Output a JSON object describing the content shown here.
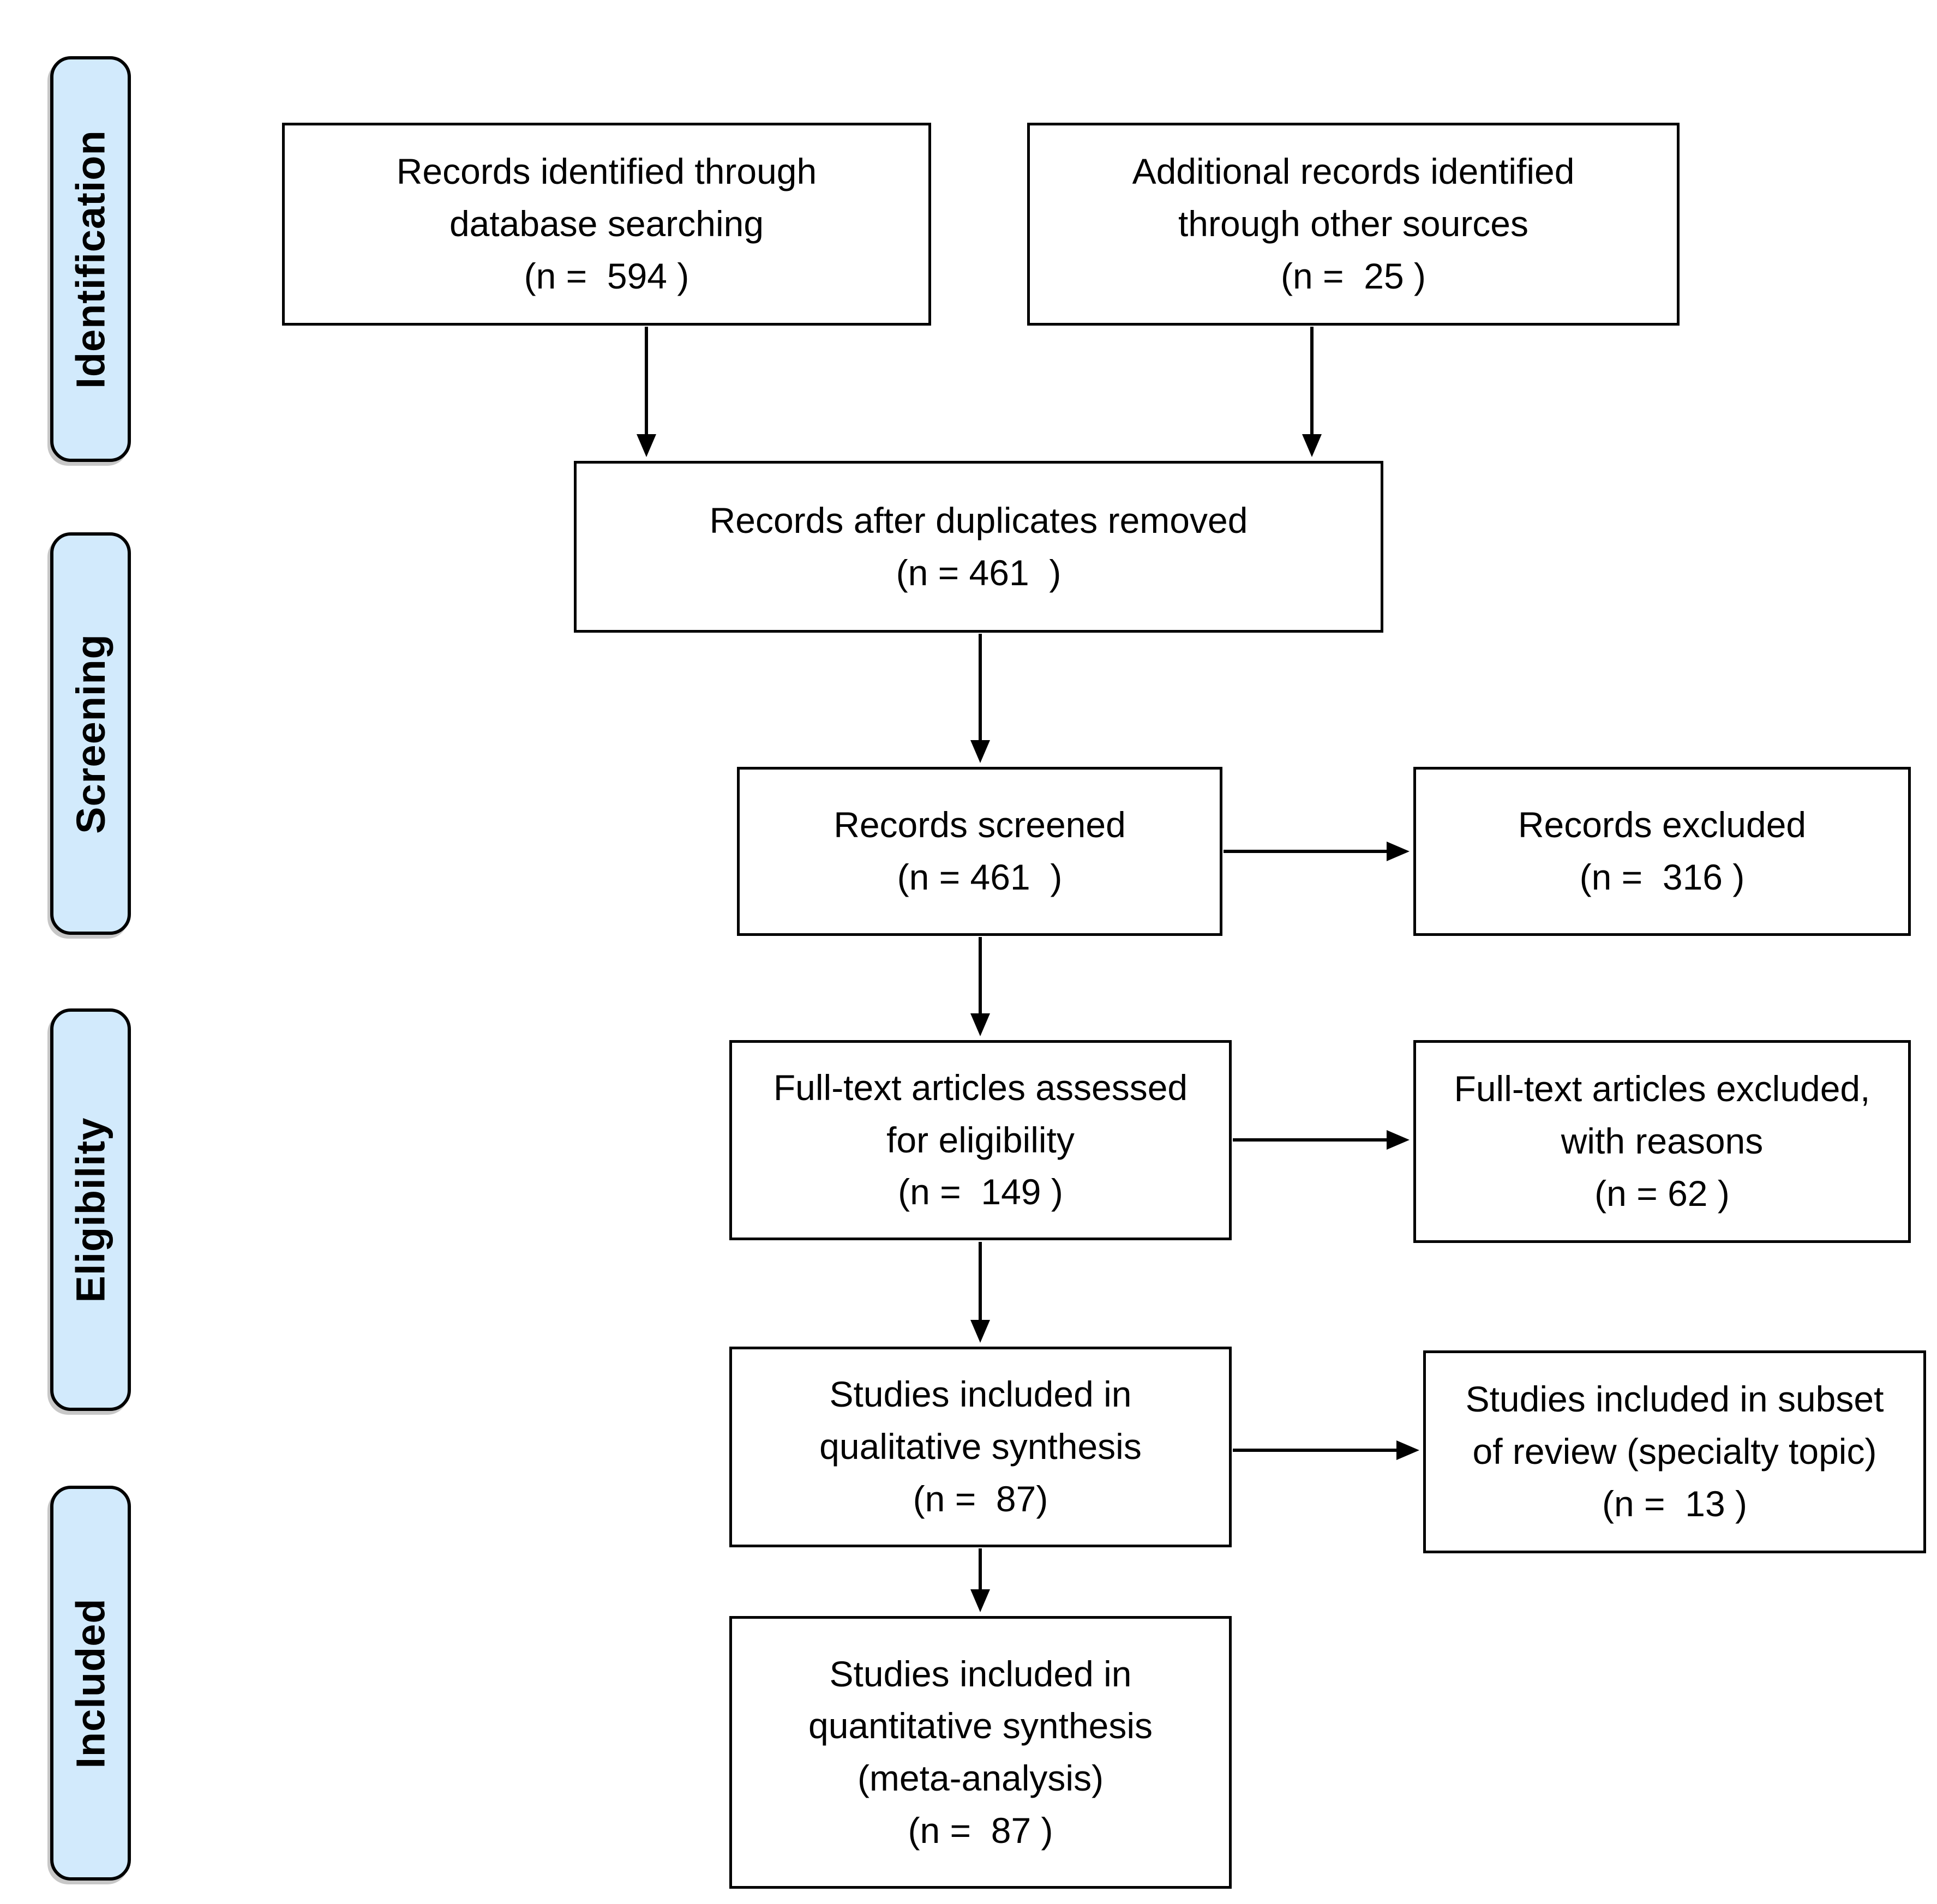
{
  "stages": {
    "identification": "Identification",
    "screening": "Screening",
    "eligibility": "Eligibility",
    "included": "Included"
  },
  "boxes": {
    "records_identified": "Records identified through\ndatabase searching\n(n =  594 )",
    "additional_records": "Additional records identified\nthrough other sources\n(n =  25 )",
    "duplicates_removed": "Records after duplicates removed\n(n = 461  )",
    "records_screened": "Records screened\n(n = 461  )",
    "records_excluded": "Records excluded\n(n =  316 )",
    "fulltext_assessed": "Full-text articles assessed\nfor eligibility\n(n =  149 )",
    "fulltext_excluded": "Full-text articles excluded,\nwith reasons\n(n = 62 )",
    "qualitative_synthesis": "Studies included in\nqualitative synthesis\n(n =  87)",
    "subset_review": "Studies included in subset\nof review (specialty topic)\n(n =  13 )",
    "quantitative_synthesis": "Studies included in\nquantitative synthesis\n(meta-analysis)\n(n =  87 )"
  },
  "colors": {
    "stage_fill": "#d2eafc",
    "box_fill": "#ffffff",
    "border": "#000000",
    "arrow": "#000000",
    "text": "#000000"
  }
}
